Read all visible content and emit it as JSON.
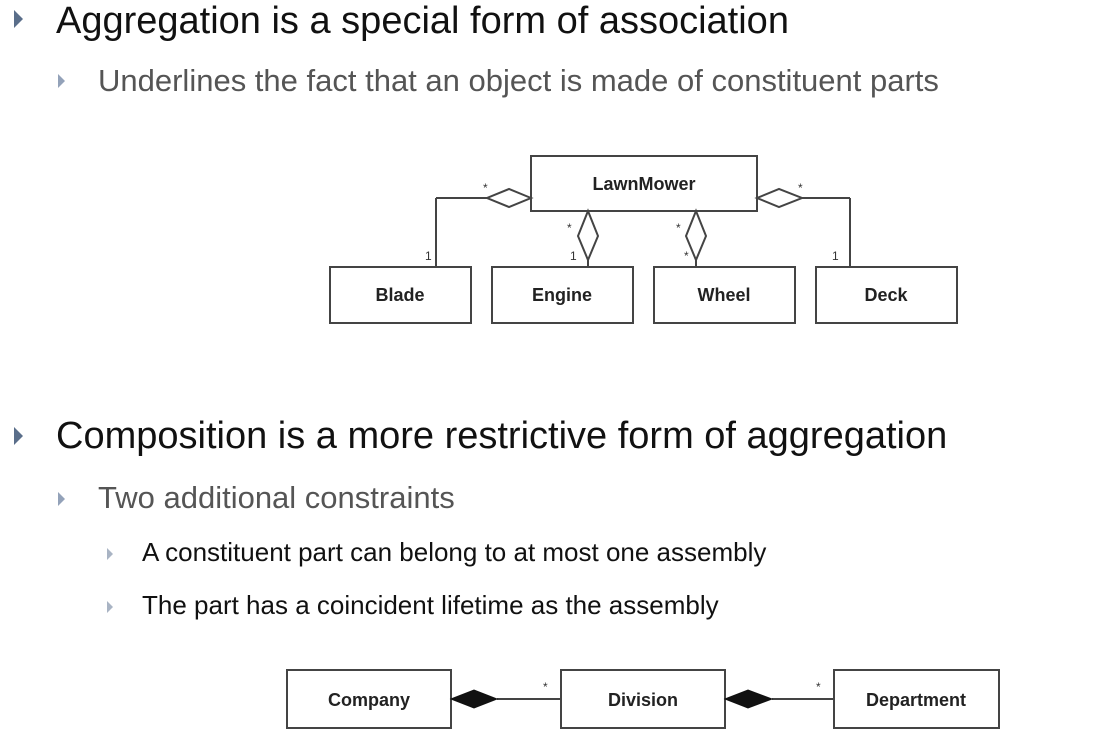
{
  "slide": {
    "bullet1": "Aggregation is a special form of association",
    "bullet1_sub": "Underlines the fact that an object is made of constituent parts",
    "bullet2": "Composition is a more restrictive form of aggregation",
    "bullet2_sub": "Two additional constraints",
    "constraint1": "A constituent part can belong to at most one assembly",
    "constraint2": "The part has a coincident lifetime as the assembly"
  },
  "aggregation_diagram": {
    "whole": "LawnMower",
    "parts": [
      "Blade",
      "Engine",
      "Wheel",
      "Deck"
    ],
    "mult_whole": [
      "*",
      "*",
      "*",
      "*"
    ],
    "mult_part": [
      "1",
      "1",
      "*",
      "1"
    ]
  },
  "composition_diagram": {
    "classes": [
      "Company",
      "Division",
      "Department"
    ],
    "mult": [
      "*",
      "*"
    ]
  },
  "colors": {
    "bullet_level1": "#5a6e8a",
    "bullet_level2": "#93a2b9"
  },
  "icons": {
    "bullet": "triangle-bullet-icon"
  }
}
